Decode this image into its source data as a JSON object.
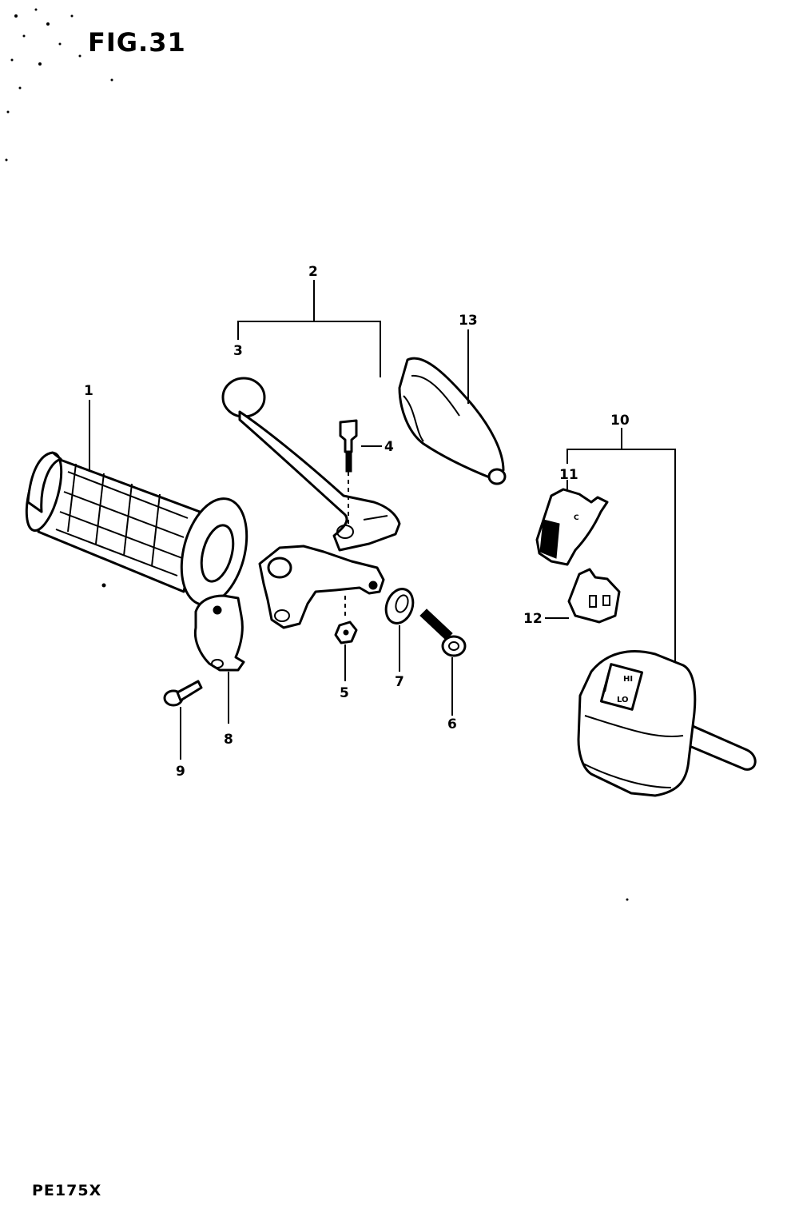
{
  "figure": {
    "title": "FIG.31",
    "model_code": "PE175X"
  },
  "callouts": [
    "1",
    "2",
    "3",
    "4",
    "5",
    "6",
    "7",
    "8",
    "9",
    "10",
    "11",
    "12",
    "13"
  ],
  "switch_markings": {
    "hi": "HI",
    "lo": "LO",
    "small": "C"
  }
}
